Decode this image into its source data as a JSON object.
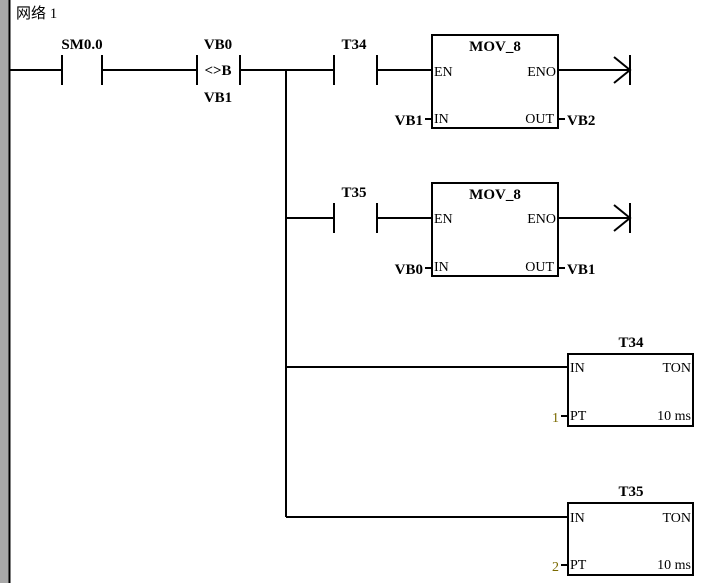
{
  "network": {
    "title": "网络 1"
  },
  "contacts": {
    "sm00": {
      "label": "SM0.0"
    },
    "compare": {
      "top": "VB0",
      "op": "<>B",
      "bottom": "VB1"
    },
    "t34": {
      "label": "T34"
    },
    "t35": {
      "label": "T35"
    }
  },
  "mov1": {
    "title": "MOV_8",
    "en": "EN",
    "eno": "ENO",
    "in": "IN",
    "out": "OUT",
    "in_val": "VB1",
    "out_val": "VB2"
  },
  "mov2": {
    "title": "MOV_8",
    "en": "EN",
    "eno": "ENO",
    "in": "IN",
    "out": "OUT",
    "in_val": "VB0",
    "out_val": "VB1"
  },
  "timer1": {
    "name": "T34",
    "in": "IN",
    "type": "TON",
    "pt": "PT",
    "pt_val": "1",
    "res": "10 ms"
  },
  "timer2": {
    "name": "T35",
    "in": "IN",
    "type": "TON",
    "pt": "PT",
    "pt_val": "2",
    "res": "10 ms"
  }
}
